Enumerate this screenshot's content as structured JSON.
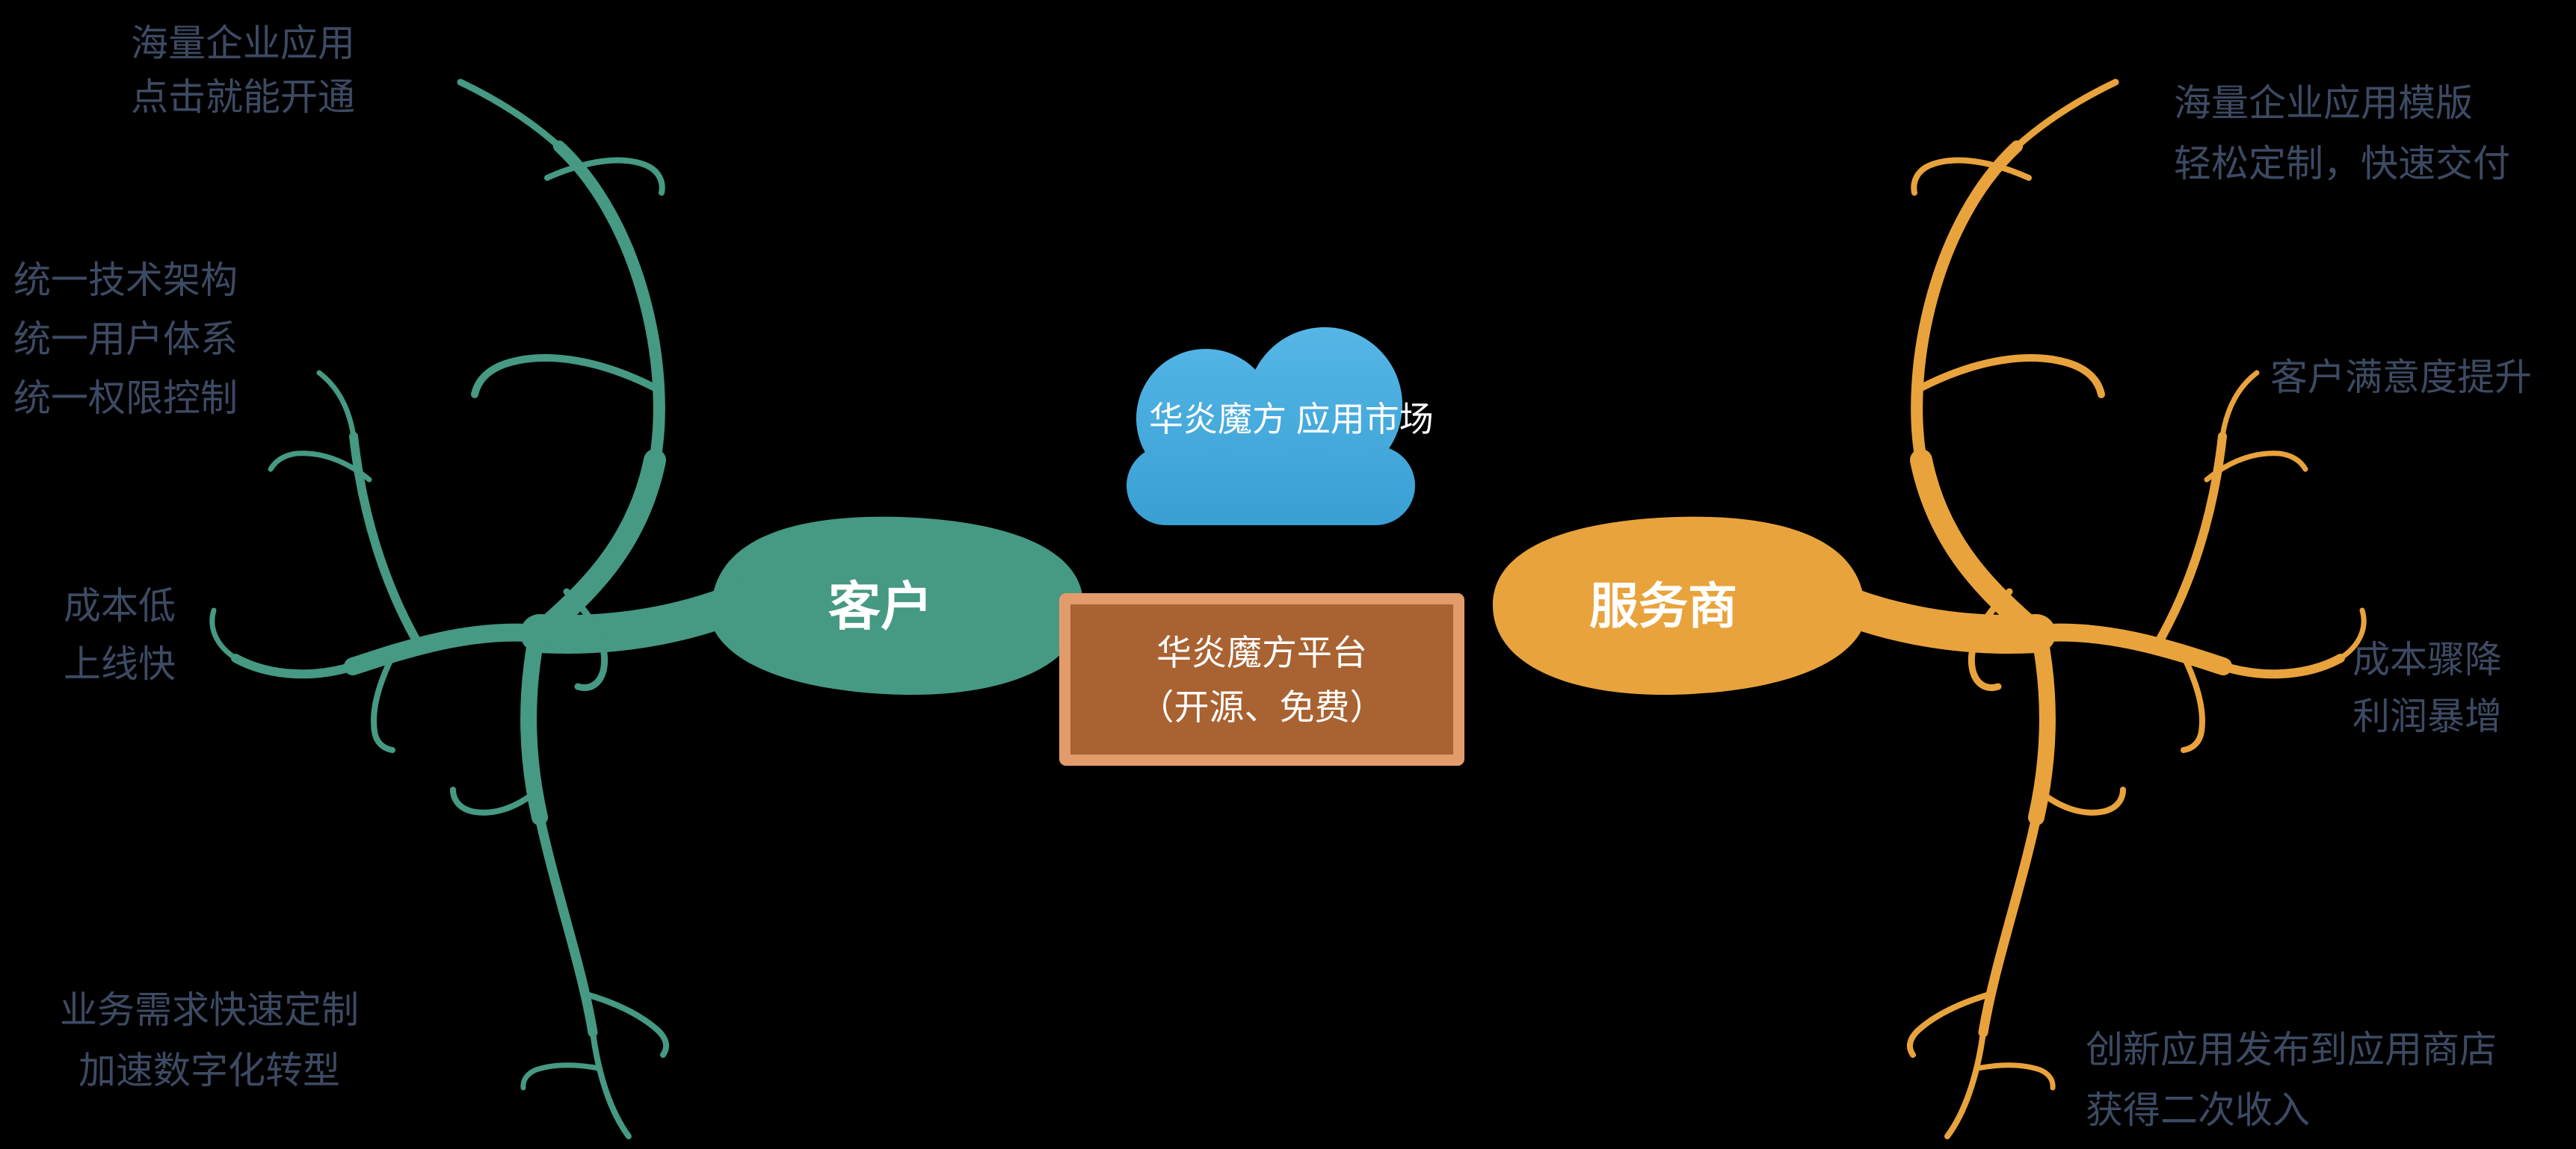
{
  "colors": {
    "green": "#469983",
    "orange": "#E9A33C",
    "label": "#3D4A63",
    "cloud_top": "#55B6E6",
    "cloud_bottom": "#399FD3",
    "box_fill": "#A96231",
    "box_border": "#E29C6C"
  },
  "center": {
    "cloud": {
      "lines": [
        "华炎魔方",
        "应用市场"
      ]
    },
    "platform_box": {
      "lines": [
        "华炎魔方平台",
        "（开源、免费）"
      ]
    }
  },
  "customer": {
    "node_label": "客户",
    "benefits": [
      {
        "lines": [
          "海量企业应用",
          "点击就能开通"
        ]
      },
      {
        "lines": [
          "统一技术架构",
          "统一用户体系",
          "统一权限控制"
        ]
      },
      {
        "lines": [
          "成本低",
          "上线快"
        ]
      },
      {
        "lines": [
          "业务需求快速定制",
          "加速数字化转型"
        ]
      }
    ]
  },
  "provider": {
    "node_label": "服务商",
    "benefits": [
      {
        "lines": [
          "海量企业应用模版",
          "轻松定制，快速交付"
        ]
      },
      {
        "lines": [
          "客户满意度提升"
        ]
      },
      {
        "lines": [
          "成本骤降",
          "利润暴增"
        ]
      },
      {
        "lines": [
          "创新应用发布到应用商店",
          "获得二次收入"
        ]
      }
    ]
  }
}
